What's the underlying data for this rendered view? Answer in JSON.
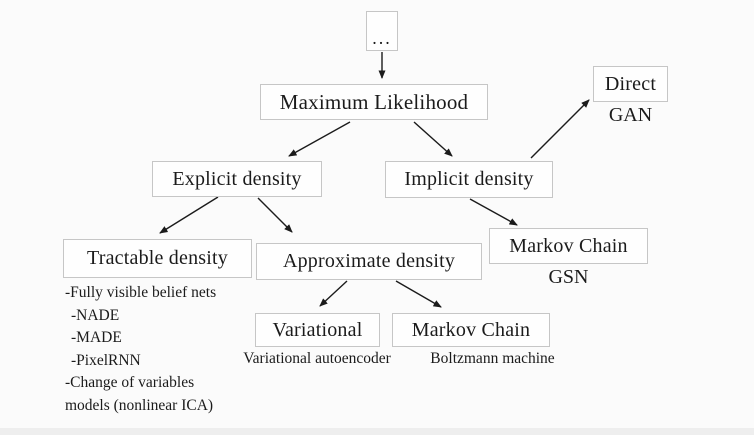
{
  "diagram": {
    "nodes": {
      "root": {
        "label": "..."
      },
      "maximum_likelihood": {
        "label": "Maximum Likelihood"
      },
      "explicit_density": {
        "label": "Explicit density"
      },
      "implicit_density": {
        "label": "Implicit density"
      },
      "direct": {
        "label": "Direct",
        "annotation": "GAN"
      },
      "markov_chain_gsn": {
        "label": "Markov Chain",
        "annotation": "GSN"
      },
      "tractable_density": {
        "label": "Tractable density",
        "items": [
          "-Fully visible belief nets",
          "-NADE",
          "-MADE",
          "-PixelRNN",
          "-Change of variables",
          "models (nonlinear ICA)"
        ]
      },
      "approximate_density": {
        "label": "Approximate density"
      },
      "variational": {
        "label": "Variational",
        "annotation": "Variational autoencoder"
      },
      "markov_chain_boltzmann": {
        "label": "Markov Chain",
        "annotation": "Boltzmann machine"
      }
    },
    "colors": {
      "background": "#fbfbfb",
      "box_fill": "#fefefe",
      "box_border": "#c6c6c6",
      "text": "#1b1b1b",
      "arrow": "#1b1b1b"
    }
  }
}
